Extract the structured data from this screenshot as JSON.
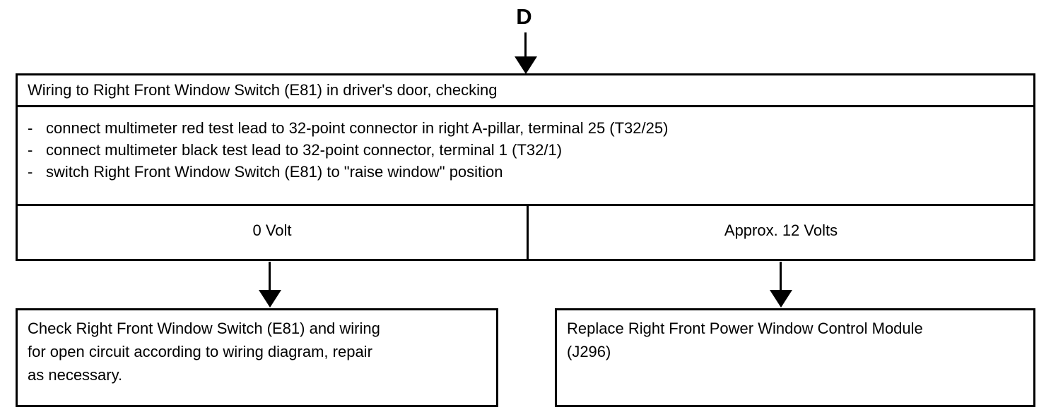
{
  "page": {
    "background": "#ffffff",
    "ink": "#000000"
  },
  "flowchart": {
    "entry_label": "D",
    "main_box": {
      "title": "Wiring to Right Front Window Switch (E81) in driver's door, checking",
      "instructions": [
        {
          "marker": "-",
          "text": "connect multimeter red test lead to 32-point connector in right A-pillar, terminal 25 (T32/25)"
        },
        {
          "marker": "-",
          "text": "connect multimeter black test lead to 32-point connector, terminal 1 (T32/1)"
        },
        {
          "marker": "-",
          "text": "switch Right Front Window Switch (E81) to \"raise window\" position"
        }
      ],
      "outcomes": [
        {
          "label": "0 Volt"
        },
        {
          "label": "Approx. 12 Volts"
        }
      ]
    },
    "result_boxes": [
      {
        "lines": [
          "Check Right Front Window Switch (E81) and wiring",
          "for open circuit according to wiring diagram, repair",
          "as necessary."
        ]
      },
      {
        "lines": [
          "Replace Right Front Power Window Control Module",
          "(J296)"
        ]
      }
    ]
  }
}
